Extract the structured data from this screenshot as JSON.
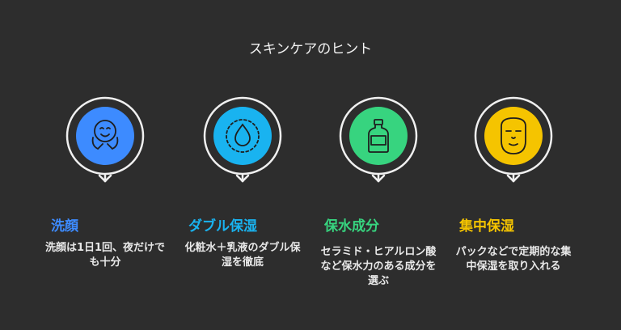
{
  "title": "スキンケアのヒント",
  "steps": [
    {
      "heading": "洗顔",
      "desc": "洗顔は1日1回、夜だけでも十分",
      "color": "#3d8bff",
      "icon": "smiling-face-icon"
    },
    {
      "heading": "ダブル保湿",
      "desc": "化粧水＋乳液のダブル保湿を徹底",
      "color": "#19b3f0",
      "icon": "water-drop-icon"
    },
    {
      "heading": "保水成分",
      "desc": "セラミド・ヒアルロン酸など保水力のある成分を選ぶ",
      "color": "#37d47f",
      "icon": "bottle-icon"
    },
    {
      "heading": "集中保湿",
      "desc": "パックなどで定期的な集中保湿を取り入れる",
      "color": "#f5c400",
      "icon": "face-mask-icon"
    }
  ]
}
